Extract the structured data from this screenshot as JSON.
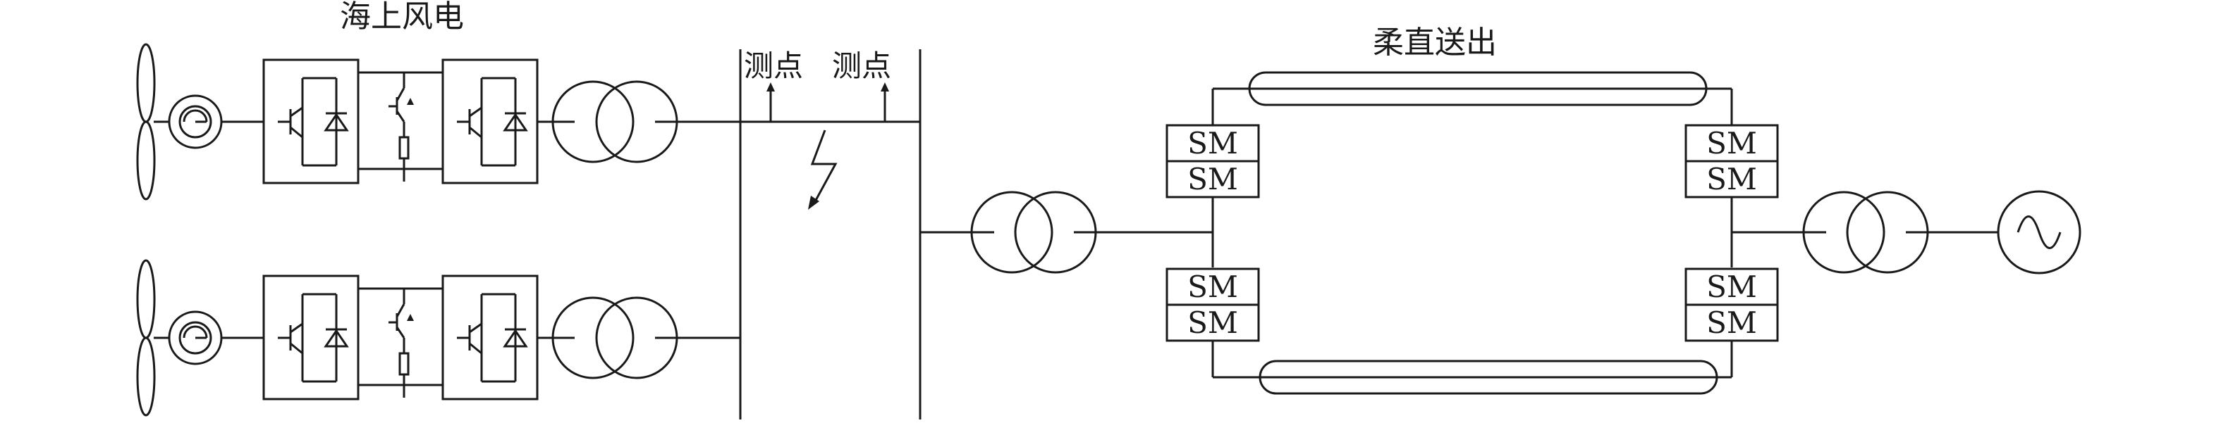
{
  "labels": {
    "offshore_wind": "海上风电",
    "measure_point_1": "测点",
    "measure_point_2": "测点",
    "flexible_dc": "柔直送出"
  },
  "submodule_label": "SM",
  "colors": {
    "stroke": "#1a1a1a",
    "background": "#ffffff"
  }
}
